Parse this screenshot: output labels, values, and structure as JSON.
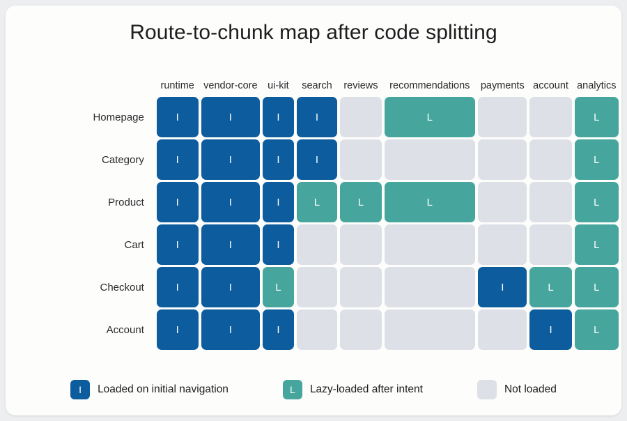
{
  "title": "Route-to-chunk map after code splitting",
  "colors": {
    "initial": "#0d5c9e",
    "lazy": "#46a69e",
    "none": "#dde0e6",
    "card_bg": "#fdfdfb",
    "page_bg": "#eceef0",
    "text": "#1d1d1f"
  },
  "legend": [
    {
      "marker": "I",
      "label": "Loaded on initial navigation",
      "state": "initial"
    },
    {
      "marker": "L",
      "label": "Lazy-loaded after intent",
      "state": "lazy"
    },
    {
      "marker": "",
      "label": "Not loaded",
      "state": "none"
    }
  ],
  "chart_data": {
    "type": "heatmap",
    "title": "Route-to-chunk map after code splitting",
    "xlabel": "",
    "ylabel": "",
    "grid": false,
    "legend_position": "bottom",
    "categories": [
      "runtime",
      "vendor-core",
      "ui-kit",
      "search",
      "reviews",
      "recommendations",
      "payments",
      "account",
      "analytics"
    ],
    "rows": [
      "Homepage",
      "Category",
      "Product",
      "Cart",
      "Checkout",
      "Account"
    ],
    "value_legend": {
      "I": "Loaded on initial navigation",
      "L": "Lazy-loaded after intent",
      "": "Not loaded"
    },
    "values": [
      [
        "I",
        "I",
        "I",
        "I",
        "",
        "L",
        "",
        "",
        "L"
      ],
      [
        "I",
        "I",
        "I",
        "I",
        "",
        "",
        "",
        "",
        "L"
      ],
      [
        "I",
        "I",
        "I",
        "L",
        "L",
        "L",
        "",
        "",
        "L"
      ],
      [
        "I",
        "I",
        "I",
        "",
        "",
        "",
        "",
        "",
        "L"
      ],
      [
        "I",
        "I",
        "L",
        "",
        "",
        "",
        "I",
        "L",
        "L"
      ],
      [
        "I",
        "I",
        "I",
        "",
        "",
        "",
        "",
        "I",
        "L"
      ]
    ],
    "series": [
      {
        "name": "Homepage",
        "values": [
          "I",
          "I",
          "I",
          "I",
          "",
          "L",
          "",
          "",
          "L"
        ]
      },
      {
        "name": "Category",
        "values": [
          "I",
          "I",
          "I",
          "I",
          "",
          "",
          "",
          "",
          "L"
        ]
      },
      {
        "name": "Product",
        "values": [
          "I",
          "I",
          "I",
          "L",
          "L",
          "L",
          "",
          "",
          "L"
        ]
      },
      {
        "name": "Cart",
        "values": [
          "I",
          "I",
          "I",
          "",
          "",
          "",
          "",
          "",
          "L"
        ]
      },
      {
        "name": "Checkout",
        "values": [
          "I",
          "I",
          "L",
          "",
          "",
          "",
          "I",
          "L",
          "L"
        ]
      },
      {
        "name": "Account",
        "values": [
          "I",
          "I",
          "I",
          "",
          "",
          "",
          "",
          "I",
          "L"
        ]
      }
    ]
  }
}
